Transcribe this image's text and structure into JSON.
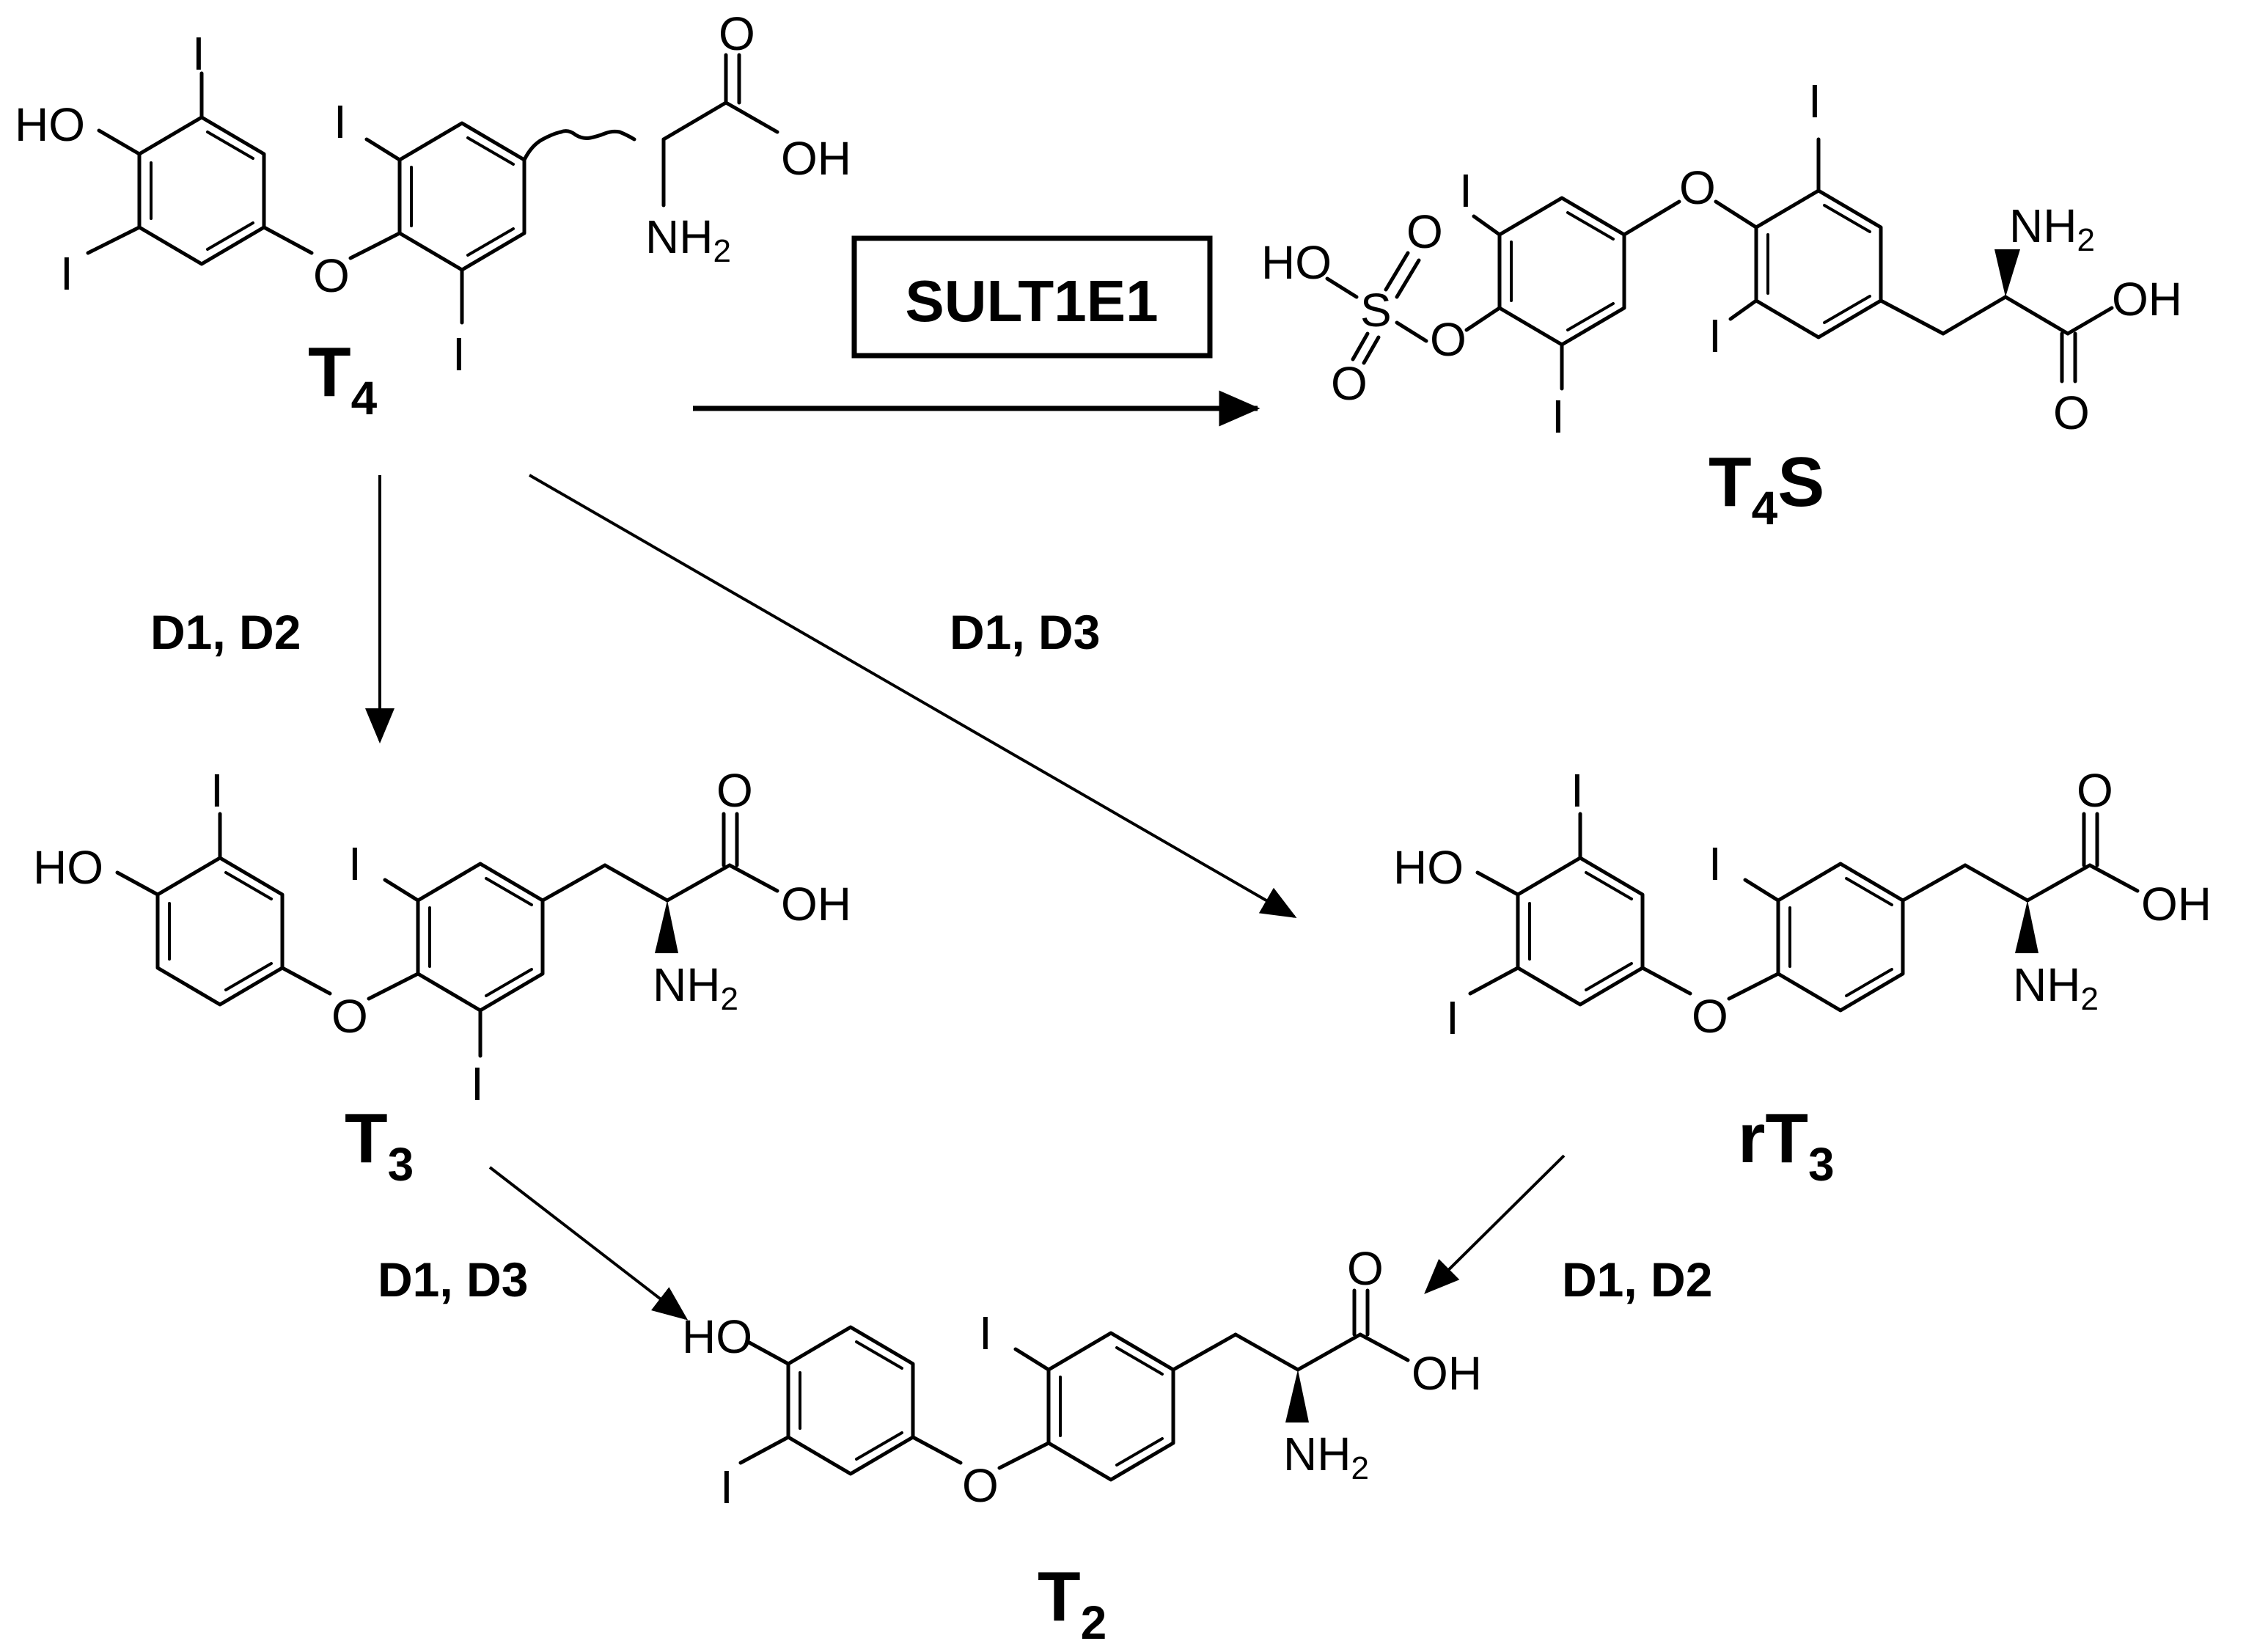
{
  "compounds": {
    "t4": {
      "label": "T",
      "sub": "4",
      "suffix": ""
    },
    "t4s": {
      "label": "T",
      "sub": "4",
      "suffix": "S"
    },
    "t3": {
      "label": "T",
      "sub": "3",
      "suffix": ""
    },
    "rt3": {
      "label": "rT",
      "sub": "3",
      "suffix": ""
    },
    "t2": {
      "label": "T",
      "sub": "2",
      "suffix": ""
    }
  },
  "enzymes": {
    "sult": "SULT1E1",
    "t4_to_t3": "D1, D2",
    "t4_to_rt3": "D1, D3",
    "t3_to_t2": "D1, D3",
    "rt3_to_t2": "D1, D2"
  },
  "atoms": {
    "iodine": "I",
    "hydroxyl_left": "HO",
    "hydroxyl_right": "OH",
    "oxygen": "O",
    "amine": "NH",
    "amine_sub": "2",
    "sulfur": "S"
  }
}
